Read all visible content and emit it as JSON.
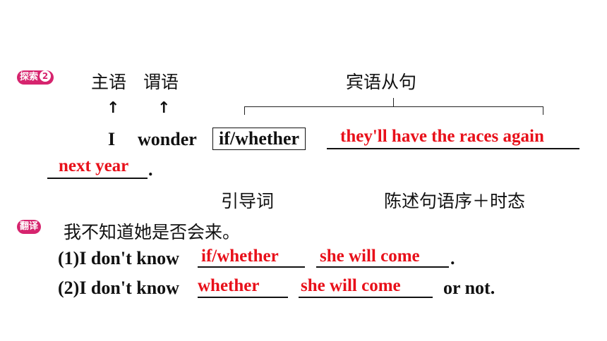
{
  "explore": {
    "badge_text": "探索",
    "badge_num": "2",
    "subject_label": "主语",
    "predicate_label": "谓语",
    "object_clause_label": "宾语从句",
    "arrow_glyph": "↑",
    "subject_word": "I",
    "verb_word": "wonder",
    "connective_boxed": "if/whether",
    "answer_clause": "they'll have the races again",
    "answer_continuation": "next year",
    "period": ".",
    "connective_caption": "引导词",
    "order_caption": "陈述句语序＋时态"
  },
  "translate": {
    "badge_text": "翻译",
    "prompt": "我不知道她是否会来。",
    "line1_prefix": "(1)I don't know",
    "line1_blank1": "if/whether",
    "line1_blank2": "she will come",
    "line1_suffix": ".",
    "line2_prefix": "(2)I don't know",
    "line2_blank1": "whether",
    "line2_blank2": "she will come",
    "line2_suffix": "or not."
  },
  "colors": {
    "answer": "#e8101a",
    "badge": "#d6246e"
  }
}
